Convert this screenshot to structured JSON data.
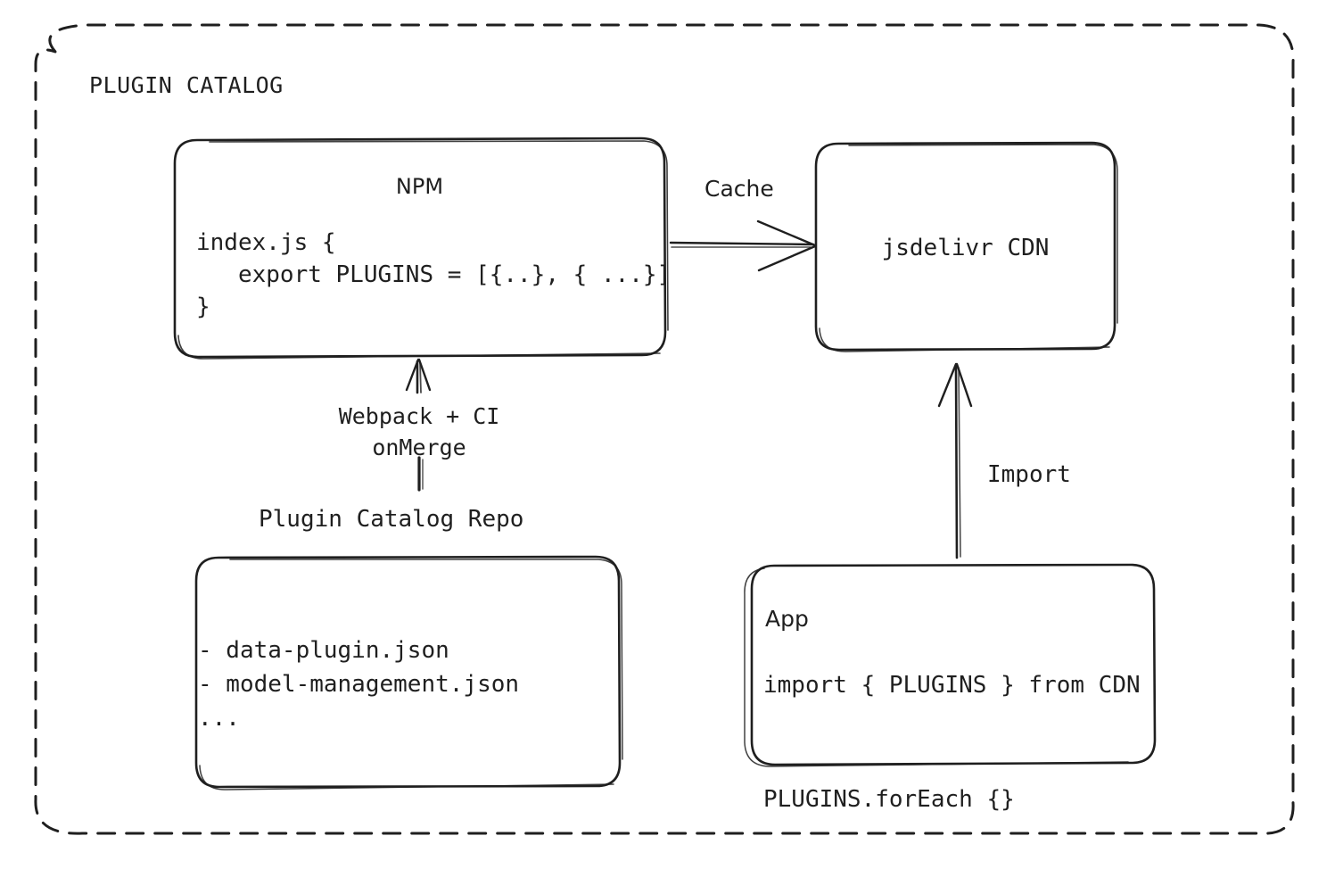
{
  "diagram": {
    "title": "PLUGIN CATALOG",
    "background": "#ffffff",
    "stroke_color": "#1f1f1f",
    "nodes": {
      "npm": {
        "title": "NPM",
        "code": "index.js {\n   export PLUGINS = [{..}, { ...}]\n}"
      },
      "cdn": {
        "title": "jsdelivr CDN"
      },
      "repo": {
        "caption": "Plugin Catalog Repo",
        "code": "- data-plugin.json\n- model-management.json\n..."
      },
      "app": {
        "title": "App",
        "code": "import { PLUGINS } from CDN\n\nPLUGINS.forEach {}"
      }
    },
    "edges": {
      "npm_to_cdn": "Cache",
      "repo_to_npm": "Webpack + CI\nonMerge",
      "app_to_cdn": "Import"
    }
  }
}
